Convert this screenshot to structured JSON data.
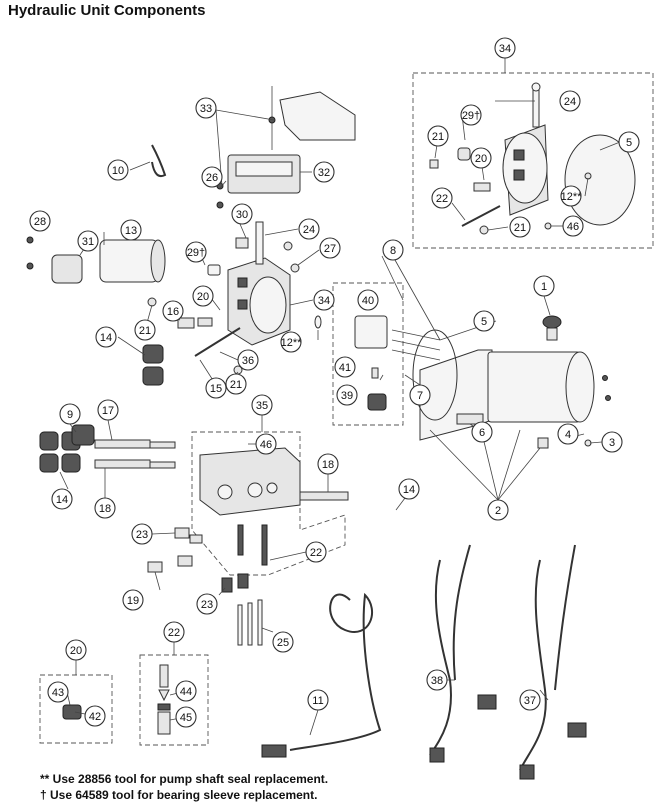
{
  "title": "Hydraulic Unit Components",
  "notes": {
    "note1": "** Use 28856 tool for pump shaft seal replacement.",
    "note2": "† Use 64589 tool for bearing sleeve replacement."
  },
  "callouts": {
    "c34a": "34",
    "c24a": "24",
    "c29a": "29†",
    "c21a": "21",
    "c20a": "20",
    "c5a": "5",
    "c12a": "12**",
    "c22a": "22",
    "c21b": "21",
    "c46a": "46",
    "c33": "33",
    "c32": "32",
    "c10": "10",
    "c26": "26",
    "c30": "30",
    "c24b": "24",
    "c28": "28",
    "c31": "31",
    "c13": "13",
    "c29b": "29†",
    "c27": "27",
    "c20b": "20",
    "c34b": "34",
    "c16": "16",
    "c21c": "21",
    "c12b": "12**",
    "c14a": "14",
    "c15": "15",
    "c36": "36",
    "c21d": "21",
    "c8": "8",
    "c40": "40",
    "c5b": "5",
    "c41": "41",
    "c39": "39",
    "c7": "7",
    "c1": "1",
    "c6": "6",
    "c4": "4",
    "c3": "3",
    "c2": "2",
    "c9": "9",
    "c17": "17",
    "c35": "35",
    "c46b": "46",
    "c18a": "18",
    "c18b": "18",
    "c14b": "14",
    "c14c": "14",
    "c23a": "23",
    "c22b": "22",
    "c19": "19",
    "c23b": "23",
    "c25": "25",
    "c22c": "22",
    "c44": "44",
    "c45": "45",
    "c20c": "20",
    "c43": "43",
    "c42": "42",
    "c11": "11",
    "c38": "38",
    "c37": "37"
  }
}
